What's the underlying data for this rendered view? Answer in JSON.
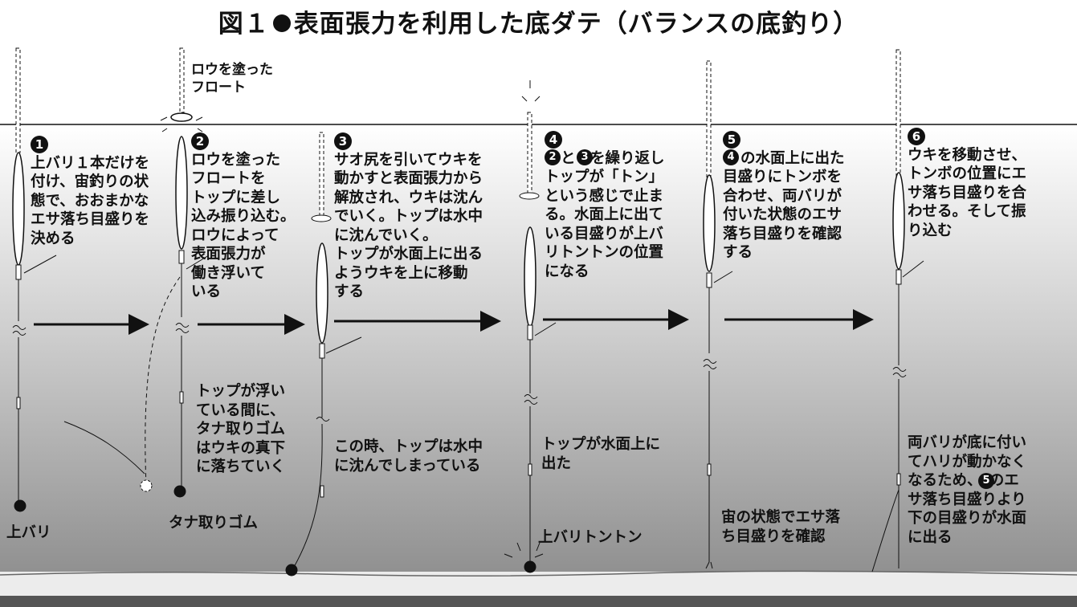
{
  "figure": {
    "title_prefix": "図１",
    "title_main": "表面張力を利用した底ダテ（バランスの底釣り）"
  },
  "steps": [
    {
      "number": "1",
      "text": "上バリ１本だけを\n付け、宙釣りの状\n態で、おおまかな\nエサ落ち目盛りを\n決める"
    },
    {
      "number": "2",
      "text": "ロウを塗った\nフロートを\nトップに差し\n込み振り込む。\nロウによって\n表面張力が\n働き浮いて\nいる"
    },
    {
      "number": "3",
      "text": "サオ尻を引いてウキを\n動かすと表面張力から\n解放され、ウキは沈ん\nでいく。トップは水中\nに沈んでいく。\nトップが水面上に出る\nようウキを上に移動\nする"
    },
    {
      "number": "4",
      "text": "と　を繰り返し\nトップが「トン」\nという感じで止ま\nる。水面上に出て\nいる目盛りが上バ\nリトントンの位置\nになる"
    },
    {
      "number": "5",
      "text": "の水面上に出た\n目盛りにトンボを\n合わせ、両バリが\n付いた状態のエサ\n落ち目盛りを確認\nする"
    },
    {
      "number": "6",
      "text": "ウキを移動させ、\nトンボの位置にエ\nサ落ち目盛りを合\nわせる。そして振\nり込む"
    }
  ],
  "labels": {
    "wax_float": "ロウを塗った\nフロート",
    "top_floats": "トップが浮い\nている間に、\nタナ取りゴム\nはウキの真下\nに落ちていく",
    "top_sunk": "この時、トップは水中\nに沈んでしまっている",
    "top_above": "トップが水面上に\n出た",
    "both_hooks": "両バリが底に付い\nてハリが動かなく\nなるため、　のエ\nサ落ち目盛りより\n下の目盛りが水面\nに出る",
    "check_float": "宙の状態でエサ落\nち目盛りを確認",
    "upper_hook": "上バリ",
    "depth_rubber": "タナ取りゴム",
    "upper_hook_tonton": "上バリトントン"
  },
  "colors": {
    "water_top": "#ffffff",
    "water_bottom": "#8f8f8f",
    "line": "#111111",
    "bottom": "#ececec"
  }
}
